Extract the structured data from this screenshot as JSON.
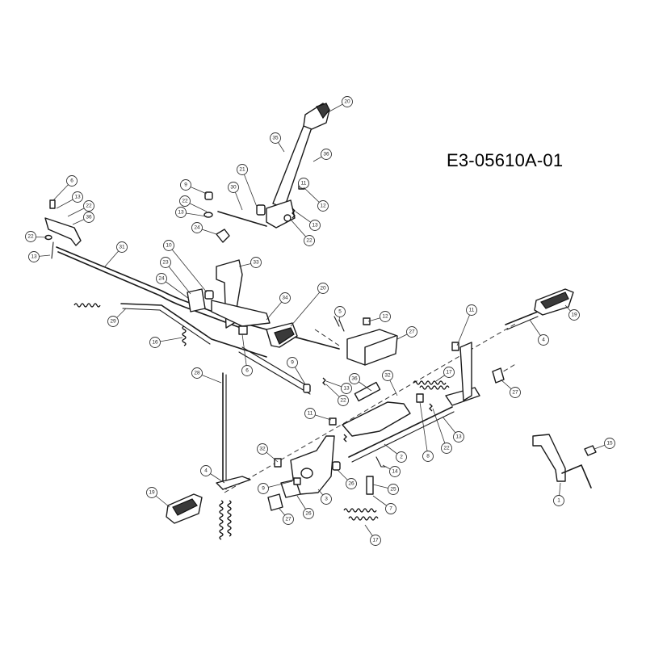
{
  "title": "E3-05610A-01",
  "colors": {
    "line": "#1a1a1a",
    "background": "#ffffff",
    "callout_highlight": "#c8a020"
  },
  "callouts": [
    {
      "id": "c1",
      "label": "20"
    },
    {
      "id": "c2",
      "label": "35"
    },
    {
      "id": "c3",
      "label": "36"
    },
    {
      "id": "c4",
      "label": "21"
    },
    {
      "id": "c5",
      "label": "30"
    },
    {
      "id": "c6",
      "label": "11"
    },
    {
      "id": "c7",
      "label": "9"
    },
    {
      "id": "c8",
      "label": "22"
    },
    {
      "id": "c9",
      "label": "13"
    },
    {
      "id": "c10",
      "label": "24"
    },
    {
      "id": "c11",
      "label": "12"
    },
    {
      "id": "c12",
      "label": "13"
    },
    {
      "id": "c13",
      "label": "22"
    },
    {
      "id": "c14",
      "label": "6"
    },
    {
      "id": "c15",
      "label": "13"
    },
    {
      "id": "c16",
      "label": "22"
    },
    {
      "id": "c17",
      "label": "36"
    },
    {
      "id": "c18",
      "label": "22"
    },
    {
      "id": "c19",
      "label": "13"
    },
    {
      "id": "c20",
      "label": "31"
    },
    {
      "id": "c21",
      "label": "10"
    },
    {
      "id": "c22",
      "label": "23"
    },
    {
      "id": "c23",
      "label": "33"
    },
    {
      "id": "c24",
      "label": "24"
    },
    {
      "id": "c25",
      "label": "34"
    },
    {
      "id": "c26",
      "label": "20"
    },
    {
      "id": "c27",
      "label": "29"
    },
    {
      "id": "c28",
      "label": "16"
    },
    {
      "id": "c29",
      "label": "6"
    },
    {
      "id": "c30",
      "label": "5"
    },
    {
      "id": "c31",
      "label": "12"
    },
    {
      "id": "c32",
      "label": "27"
    },
    {
      "id": "c33",
      "label": "11"
    },
    {
      "id": "c34",
      "label": "19"
    },
    {
      "id": "c35",
      "label": "4"
    },
    {
      "id": "c36",
      "label": "9"
    },
    {
      "id": "c37",
      "label": "13"
    },
    {
      "id": "c38",
      "label": "22"
    },
    {
      "id": "c39",
      "label": "28"
    },
    {
      "id": "c40",
      "label": "36"
    },
    {
      "id": "c41",
      "label": "32"
    },
    {
      "id": "c42",
      "label": "17"
    },
    {
      "id": "c43",
      "label": "27"
    },
    {
      "id": "c44",
      "label": "11"
    },
    {
      "id": "c45",
      "label": "2"
    },
    {
      "id": "c46",
      "label": "8"
    },
    {
      "id": "c47",
      "label": "22"
    },
    {
      "id": "c48",
      "label": "13"
    },
    {
      "id": "c49",
      "label": "32"
    },
    {
      "id": "c50",
      "label": "26"
    },
    {
      "id": "c51",
      "label": "14"
    },
    {
      "id": "c52",
      "label": "25"
    },
    {
      "id": "c53",
      "label": "4"
    },
    {
      "id": "c54",
      "label": "9"
    },
    {
      "id": "c55",
      "label": "3"
    },
    {
      "id": "c56",
      "label": "7"
    },
    {
      "id": "c57",
      "label": "19"
    },
    {
      "id": "c58",
      "label": "27"
    },
    {
      "id": "c59",
      "label": "26"
    },
    {
      "id": "c60",
      "label": "17"
    },
    {
      "id": "c61",
      "label": "15"
    },
    {
      "id": "c62",
      "label": "1"
    }
  ]
}
